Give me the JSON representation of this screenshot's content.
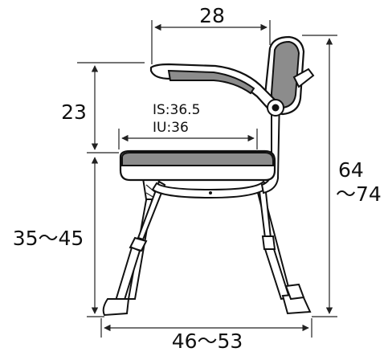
{
  "dimensions": {
    "top_width": "28",
    "armrest_height": "23",
    "seat_width_is": "IS:36.5",
    "seat_width_iu": "IU:36",
    "seat_height": "35〜45",
    "total_height_line1": "64",
    "total_height_line2": "〜74",
    "base_width": "46〜53"
  },
  "colors": {
    "cushion": "#8c8c8c",
    "line": "#111111",
    "background": "#ffffff"
  }
}
